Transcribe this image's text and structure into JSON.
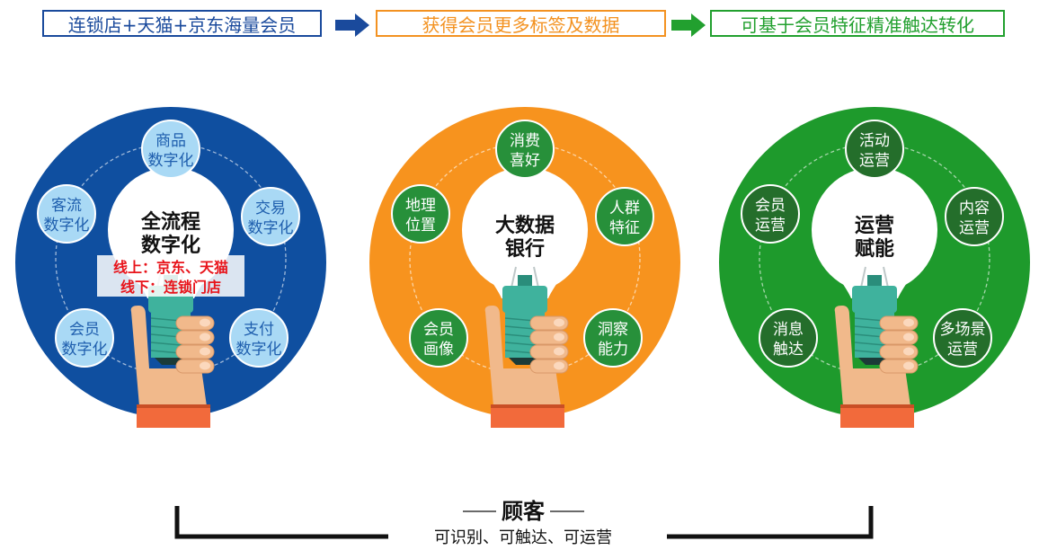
{
  "banners": [
    {
      "text": "连锁店+天猫+京东海量会员",
      "color": "#1a4a9c"
    },
    {
      "text": "获得会员更多标签及数据",
      "color": "#f39221"
    },
    {
      "text": "可基于会员特征精准触达转化",
      "color": "#22a02f"
    }
  ],
  "arrow_colors": [
    "#1a4a9c",
    "#22a02f"
  ],
  "circles": [
    {
      "color": "#0f4fa0",
      "node_fill": "#a9d9f5",
      "node_text_color": "#1f5fae",
      "center": [
        "全流程",
        "数字化"
      ],
      "nodes": [
        [
          "商品",
          "数字化"
        ],
        [
          "交易",
          "数字化"
        ],
        [
          "支付",
          "数字化"
        ],
        [
          "会员",
          "数字化"
        ],
        [
          "客流",
          "数字化"
        ]
      ],
      "note": [
        "线上：京东、天猫",
        "线下：连锁门店"
      ],
      "note_color": "#e8141b"
    },
    {
      "color": "#f7931e",
      "node_fill": "#27903a",
      "node_text_color": "#ffffff",
      "center": [
        "大数据",
        "银行"
      ],
      "nodes": [
        [
          "消费",
          "喜好"
        ],
        [
          "人群",
          "特征"
        ],
        [
          "洞察",
          "能力"
        ],
        [
          "会员",
          "画像"
        ],
        [
          "地理",
          "位置"
        ]
      ]
    },
    {
      "color": "#1e9a2c",
      "node_fill": "#246e2b",
      "node_text_color": "#ffffff",
      "center": [
        "运营",
        "赋能"
      ],
      "nodes": [
        [
          "活动",
          "运营"
        ],
        [
          "内容",
          "运营"
        ],
        [
          "多场景",
          "运营"
        ],
        [
          "消息",
          "触达"
        ],
        [
          "会员",
          "运营"
        ]
      ]
    }
  ],
  "hand_colors": {
    "skin": "#f1b98b",
    "skin_dark": "#d99868",
    "sleeve": "#f26a3b",
    "bulb": "#3fb29d",
    "bulb_dark": "#2a8d7b"
  },
  "footer": {
    "title": "顾客",
    "subtitle": "可识别、可触达、可运营"
  }
}
